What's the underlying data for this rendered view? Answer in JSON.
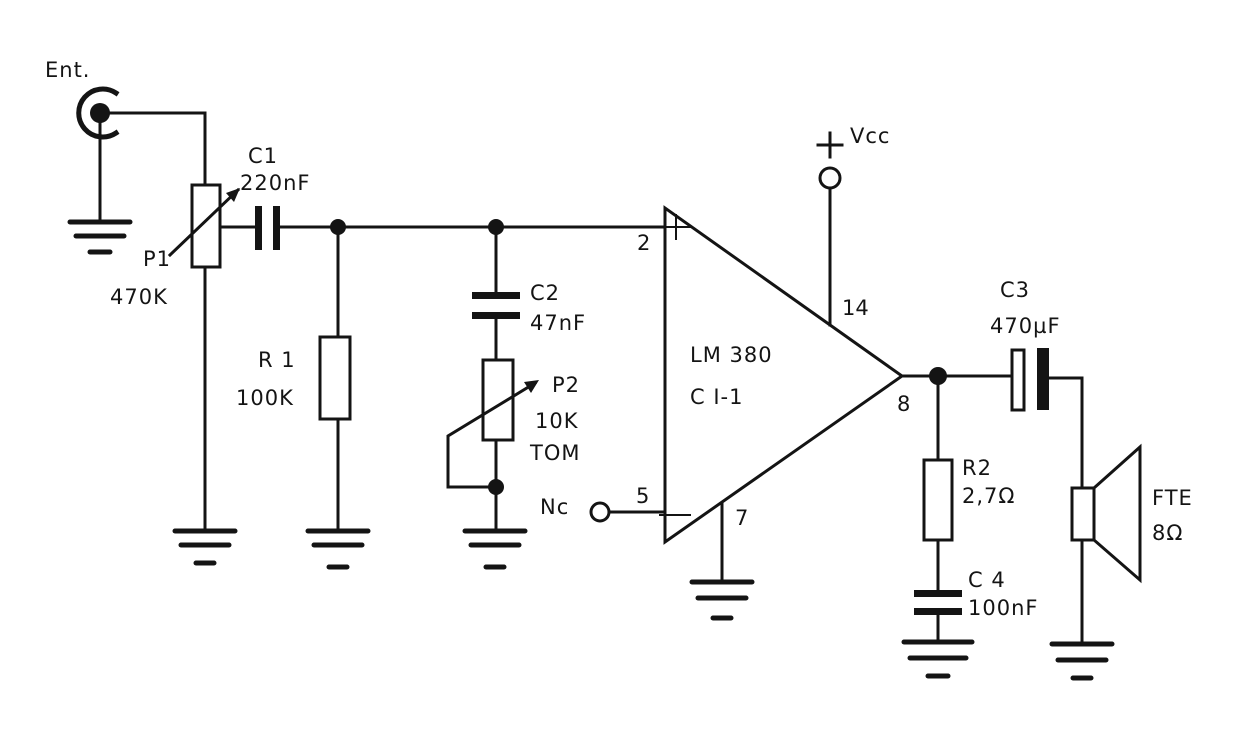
{
  "labels": {
    "input": "Ent.",
    "p1_name": "P1",
    "p1_value": "470K",
    "c1_name": "C1",
    "c1_value": "220nF",
    "r1_name": "R 1",
    "r1_value": "100K",
    "c2_name": "C2",
    "c2_value": "47nF",
    "p2_name": "P2",
    "p2_value": "10K",
    "p2_function": "TOM",
    "nc": "Nc",
    "ic_part": "LM 380",
    "ic_ref": "C I-1",
    "pin2": "2",
    "pin5": "5",
    "pin7": "7",
    "pin8": "8",
    "pin14": "14",
    "plus_sign": "+",
    "vcc": "Vcc",
    "c3_name": "C3",
    "c3_value": "470µF",
    "r2_name": "R2",
    "r2_value": "2,7Ω",
    "c4_name": "C 4",
    "c4_value": "100nF",
    "spk_name": "FTE",
    "spk_value": "8Ω"
  },
  "colors": {
    "ink": "#141414",
    "paper": "#ffffff"
  }
}
